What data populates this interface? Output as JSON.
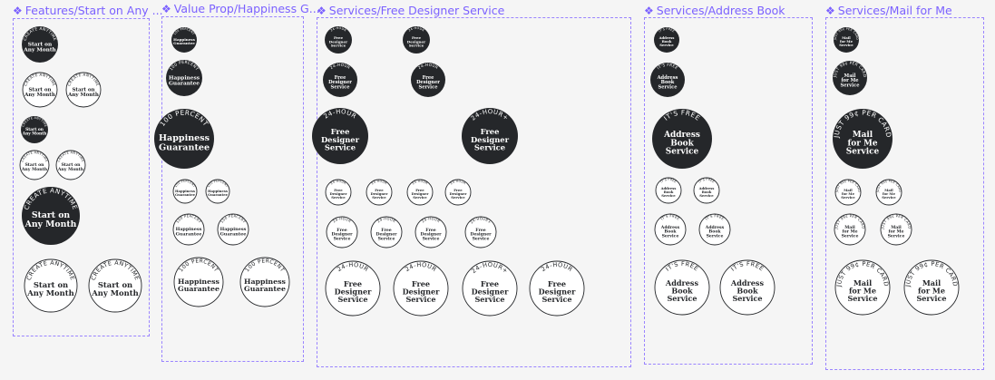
{
  "frames": [
    {
      "id": "features",
      "title": "Features/Start on Any ...",
      "arc": "CREATE ANYTIME",
      "label": [
        "Start on",
        "Any Month"
      ]
    },
    {
      "id": "happiness",
      "title": "Value Prop/Happiness G...",
      "arc": "100 PERCENT",
      "label": [
        "Happiness",
        "Guarantee"
      ]
    },
    {
      "id": "designer",
      "title": "Services/Free Designer Service",
      "arc": "24-HOUR",
      "label": [
        "Free",
        "Designer",
        "Service"
      ]
    },
    {
      "id": "address",
      "title": "Services/Address Book",
      "arc": "IT'S FREE",
      "label": [
        "Address",
        "Book",
        "Service"
      ]
    },
    {
      "id": "mail",
      "title": "Services/Mail for Me",
      "arc": "JUST 99¢ PER CARD",
      "label": [
        "Mail",
        "for Me",
        "Service"
      ]
    }
  ],
  "variants": {
    "designer_plus_arc": "24-HOUR+"
  },
  "colors": {
    "frame_accent": "#7b61ff",
    "badge_dark": "#25272a",
    "badge_light": "#ffffff",
    "canvas": "#f5f5f5"
  },
  "icons": {
    "frame_marker": "component-diamond-icon"
  }
}
